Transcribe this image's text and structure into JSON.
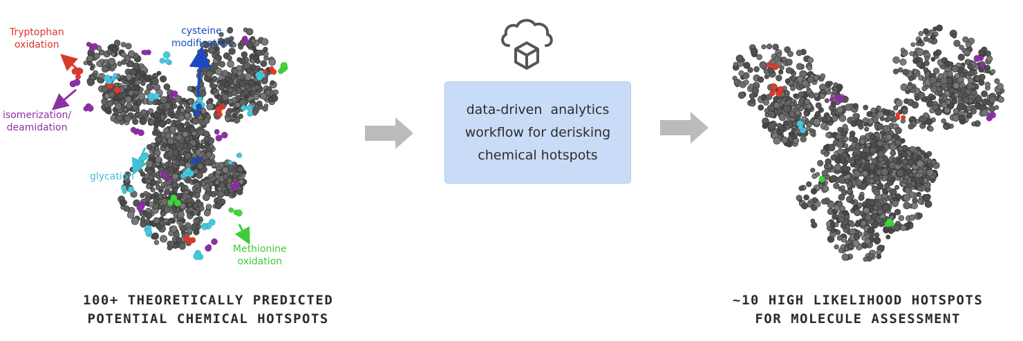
{
  "left_molecule": {
    "labels": {
      "tryptophan": [
        "Tryptophan",
        "oxidation"
      ],
      "cysteine": [
        "cysteine",
        "modification"
      ],
      "isomerization": [
        "isomerization/",
        "deamidation"
      ],
      "glycation": [
        "glycation"
      ],
      "methionine": [
        "Methionine",
        "oxidation"
      ]
    },
    "caption": [
      "100+  THEORETICALLY PREDICTED",
      "POTENTIAL CHEMICAL HOTSPOTS"
    ]
  },
  "workflow_box": {
    "lines": [
      "data-driven  analytics",
      "workflow for derisking",
      "chemical hotspots"
    ],
    "icon": "cloud-cube-icon"
  },
  "right_molecule": {
    "caption": [
      "~10 HIGH LIKELIHOOD HOTSPOTS",
      "FOR MOLECULE ASSESSMENT"
    ]
  },
  "colors": {
    "atom": "#5f5f5f",
    "tryptophan": "#e03a2a",
    "cysteine": "#1c49c0",
    "isomerization": "#8e2fa6",
    "glycation": "#45c8de",
    "methionine": "#3fd63a",
    "arrow": "#bbbbbb",
    "box": "#c9dcf7"
  }
}
